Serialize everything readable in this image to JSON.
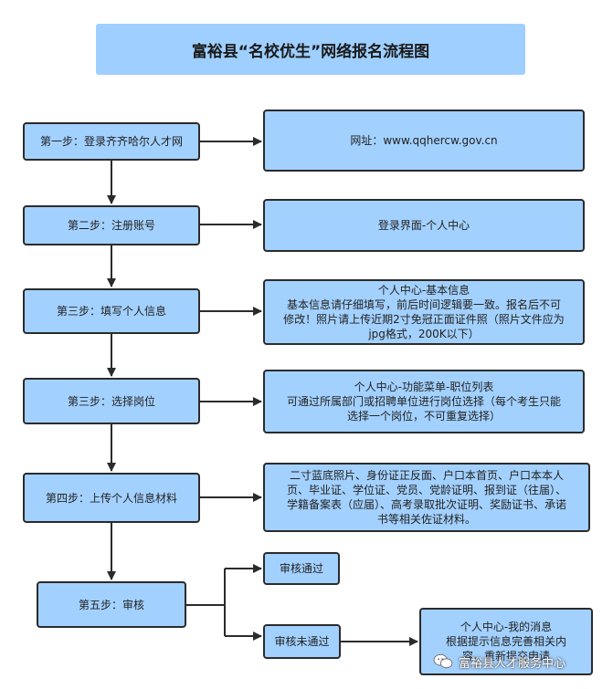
{
  "title": "富裕县“名校优生”网络报名流程图",
  "steps": [
    "第一步：登录齐齐哈尔人才网",
    "第二步：注册账号",
    "第三步：填写个人信息",
    "第三步：选择岗位",
    "第四步：上传个人信息材料",
    "第五步：审核"
  ],
  "details": [
    {
      "lines": [
        "网址：www.qqhercw.gov.cn"
      ]
    },
    {
      "lines": [
        "登录界面-个人中心"
      ]
    },
    {
      "lines": [
        "个人中心-基本信息",
        "基本信息请仔细填写，前后时间逻辑要一致。报名后不可",
        "修改！照片请上传近期2寸免冠正面证件照（照片文件应为",
        "jpg格式，200K以下）"
      ]
    },
    {
      "lines": [
        "个人中心-功能菜单-职位列表",
        "可通过所属部门或招聘单位进行岗位选择（每个考生只能",
        "选择一个岗位，不可重复选择）"
      ]
    },
    {
      "lines": [
        "二寸蓝底照片、身份证正反面、户口本首页、户口本本人",
        "页、毕业证、学位证、党员、党龄证明、报到证（往届）、",
        "学籍备案表（应届）、高考录取批次证明、奖励证书、承诺",
        "书等相关佐证材料。"
      ]
    }
  ],
  "review": {
    "pass": "审核通过",
    "fail": "审核未通过",
    "fail_detail": [
      "个人中心-我的消息",
      "根据提示信息完善相关内",
      "容，重新提交申请"
    ]
  },
  "watermark": "富裕县人才服务中心"
}
